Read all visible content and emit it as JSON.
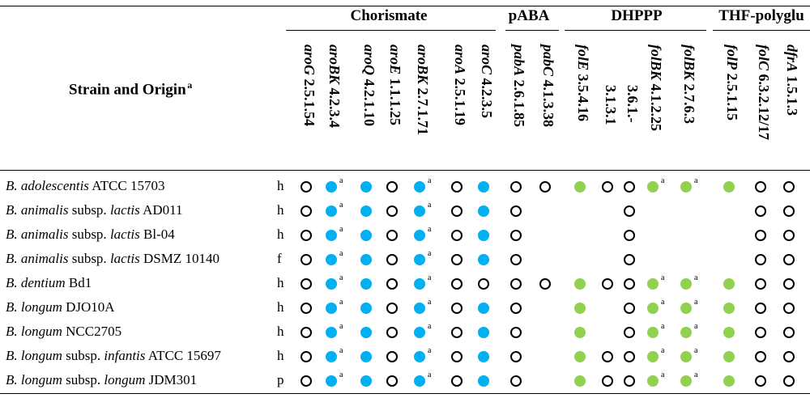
{
  "header": {
    "strain_label": "Strain and Origin",
    "strain_sup": "a",
    "groups": [
      {
        "label": "Chorismate"
      },
      {
        "label": "pABA"
      },
      {
        "label": "DHPPP"
      },
      {
        "label": "THF-polyglu"
      }
    ],
    "columns": [
      {
        "gene": "aroG",
        "ec": "2.5.1.54"
      },
      {
        "gene": "aroBK",
        "ec": "4.2.3.4"
      },
      {
        "gene": "aroQ",
        "ec": "4.2.1.10"
      },
      {
        "gene": "aroE",
        "ec": "1.1.1.25"
      },
      {
        "gene": "aroBK",
        "ec": "2.7.1.71"
      },
      {
        "gene": "aroA",
        "ec": "2.5.1.19"
      },
      {
        "gene": "aroC",
        "ec": "4.2.3.5"
      },
      {
        "gene": "pabA",
        "ec": "2.6.1.85"
      },
      {
        "gene": "pabC",
        "ec": "4.1.3.38"
      },
      {
        "gene": "folE",
        "ec": "3.5.4.16"
      },
      {
        "gene": "",
        "ec": "3.1.3.1"
      },
      {
        "gene": "",
        "ec": "3.6.1.-"
      },
      {
        "gene": "folBK",
        "ec": "4.1.2.25"
      },
      {
        "gene": "folBK",
        "ec": "2.7.6.3"
      },
      {
        "gene": "folP",
        "ec": "2.5.1.15"
      },
      {
        "gene": "folC",
        "ec": "6.3.2.12/17"
      },
      {
        "gene": "dfrA",
        "ec": "1.5.1.3"
      }
    ]
  },
  "legend_colors": {
    "open": "#ffffff",
    "blue": "#00b0f0",
    "green": "#92d050"
  },
  "rows": [
    {
      "genus": "B.",
      "species": "adolescentis",
      "subsp_label": "",
      "subsp": "",
      "strain": "ATCC 15703",
      "origin": "h",
      "cells": [
        "o",
        "b",
        "b",
        "o",
        "b",
        "o",
        "b",
        "o",
        "o",
        "g",
        "o",
        "o",
        "g",
        "g",
        "g",
        "o",
        "o"
      ],
      "sup": [
        0,
        1,
        0,
        0,
        1,
        0,
        0,
        0,
        0,
        0,
        0,
        0,
        1,
        1,
        0,
        0,
        0
      ]
    },
    {
      "genus": "B.",
      "species": "animalis",
      "subsp_label": "subsp.",
      "subsp": "lactis",
      "strain": "AD011",
      "origin": "h",
      "cells": [
        "o",
        "b",
        "b",
        "o",
        "b",
        "o",
        "b",
        "o",
        "",
        "",
        "",
        "o",
        "",
        "",
        "",
        "o",
        "o"
      ],
      "sup": [
        0,
        1,
        0,
        0,
        1,
        0,
        0,
        0,
        0,
        0,
        0,
        0,
        0,
        0,
        0,
        0,
        0
      ]
    },
    {
      "genus": "B.",
      "species": "animalis",
      "subsp_label": "subsp.",
      "subsp": "lactis",
      "strain": "Bl-04",
      "origin": "h",
      "cells": [
        "o",
        "b",
        "b",
        "o",
        "b",
        "o",
        "b",
        "o",
        "",
        "",
        "",
        "o",
        "",
        "",
        "",
        "o",
        "o"
      ],
      "sup": [
        0,
        1,
        0,
        0,
        1,
        0,
        0,
        0,
        0,
        0,
        0,
        0,
        0,
        0,
        0,
        0,
        0
      ]
    },
    {
      "genus": "B.",
      "species": "animalis",
      "subsp_label": "subsp.",
      "subsp": "lactis",
      "strain": "DSMZ 10140",
      "origin": "f",
      "cells": [
        "o",
        "b",
        "b",
        "o",
        "b",
        "o",
        "b",
        "o",
        "",
        "",
        "",
        "o",
        "",
        "",
        "",
        "o",
        "o"
      ],
      "sup": [
        0,
        1,
        0,
        0,
        1,
        0,
        0,
        0,
        0,
        0,
        0,
        0,
        0,
        0,
        0,
        0,
        0
      ]
    },
    {
      "genus": "B.",
      "species": "dentium",
      "subsp_label": "",
      "subsp": "",
      "strain": "Bd1",
      "origin": "h",
      "cells": [
        "o",
        "b",
        "b",
        "o",
        "b",
        "o",
        "o",
        "o",
        "o",
        "g",
        "o",
        "o",
        "g",
        "g",
        "g",
        "o",
        "o"
      ],
      "sup": [
        0,
        1,
        0,
        0,
        1,
        0,
        0,
        0,
        0,
        0,
        0,
        0,
        1,
        1,
        0,
        0,
        0
      ]
    },
    {
      "genus": "B.",
      "species": "longum",
      "subsp_label": "",
      "subsp": "",
      "strain": "DJO10A",
      "origin": "h",
      "cells": [
        "o",
        "b",
        "b",
        "o",
        "b",
        "o",
        "b",
        "o",
        "",
        "g",
        "",
        "o",
        "g",
        "g",
        "g",
        "o",
        "o"
      ],
      "sup": [
        0,
        1,
        0,
        0,
        1,
        0,
        0,
        0,
        0,
        0,
        0,
        0,
        1,
        1,
        0,
        0,
        0
      ]
    },
    {
      "genus": "B.",
      "species": "longum",
      "subsp_label": "",
      "subsp": "",
      "strain": "NCC2705",
      "origin": "h",
      "cells": [
        "o",
        "b",
        "b",
        "o",
        "b",
        "o",
        "b",
        "o",
        "",
        "g",
        "",
        "o",
        "g",
        "g",
        "g",
        "o",
        "o"
      ],
      "sup": [
        0,
        1,
        0,
        0,
        1,
        0,
        0,
        0,
        0,
        0,
        0,
        0,
        1,
        1,
        0,
        0,
        0
      ]
    },
    {
      "genus": "B.",
      "species": "longum",
      "subsp_label": "subsp.",
      "subsp": "infantis",
      "strain": "ATCC 15697",
      "origin": "h",
      "cells": [
        "o",
        "b",
        "b",
        "o",
        "b",
        "o",
        "b",
        "o",
        "",
        "g",
        "o",
        "o",
        "g",
        "g",
        "g",
        "o",
        "o"
      ],
      "sup": [
        0,
        1,
        0,
        0,
        1,
        0,
        0,
        0,
        0,
        0,
        0,
        0,
        1,
        1,
        0,
        0,
        0
      ]
    },
    {
      "genus": "B.",
      "species": "longum",
      "subsp_label": "subsp.",
      "subsp": "longum",
      "strain": "JDM301",
      "origin": "p",
      "cells": [
        "o",
        "b",
        "b",
        "o",
        "b",
        "o",
        "b",
        "o",
        "",
        "g",
        "o",
        "o",
        "g",
        "g",
        "g",
        "o",
        "o"
      ],
      "sup": [
        0,
        1,
        0,
        0,
        1,
        0,
        0,
        0,
        0,
        0,
        0,
        0,
        1,
        1,
        0,
        0,
        0
      ]
    }
  ],
  "footnote_mark": "a"
}
